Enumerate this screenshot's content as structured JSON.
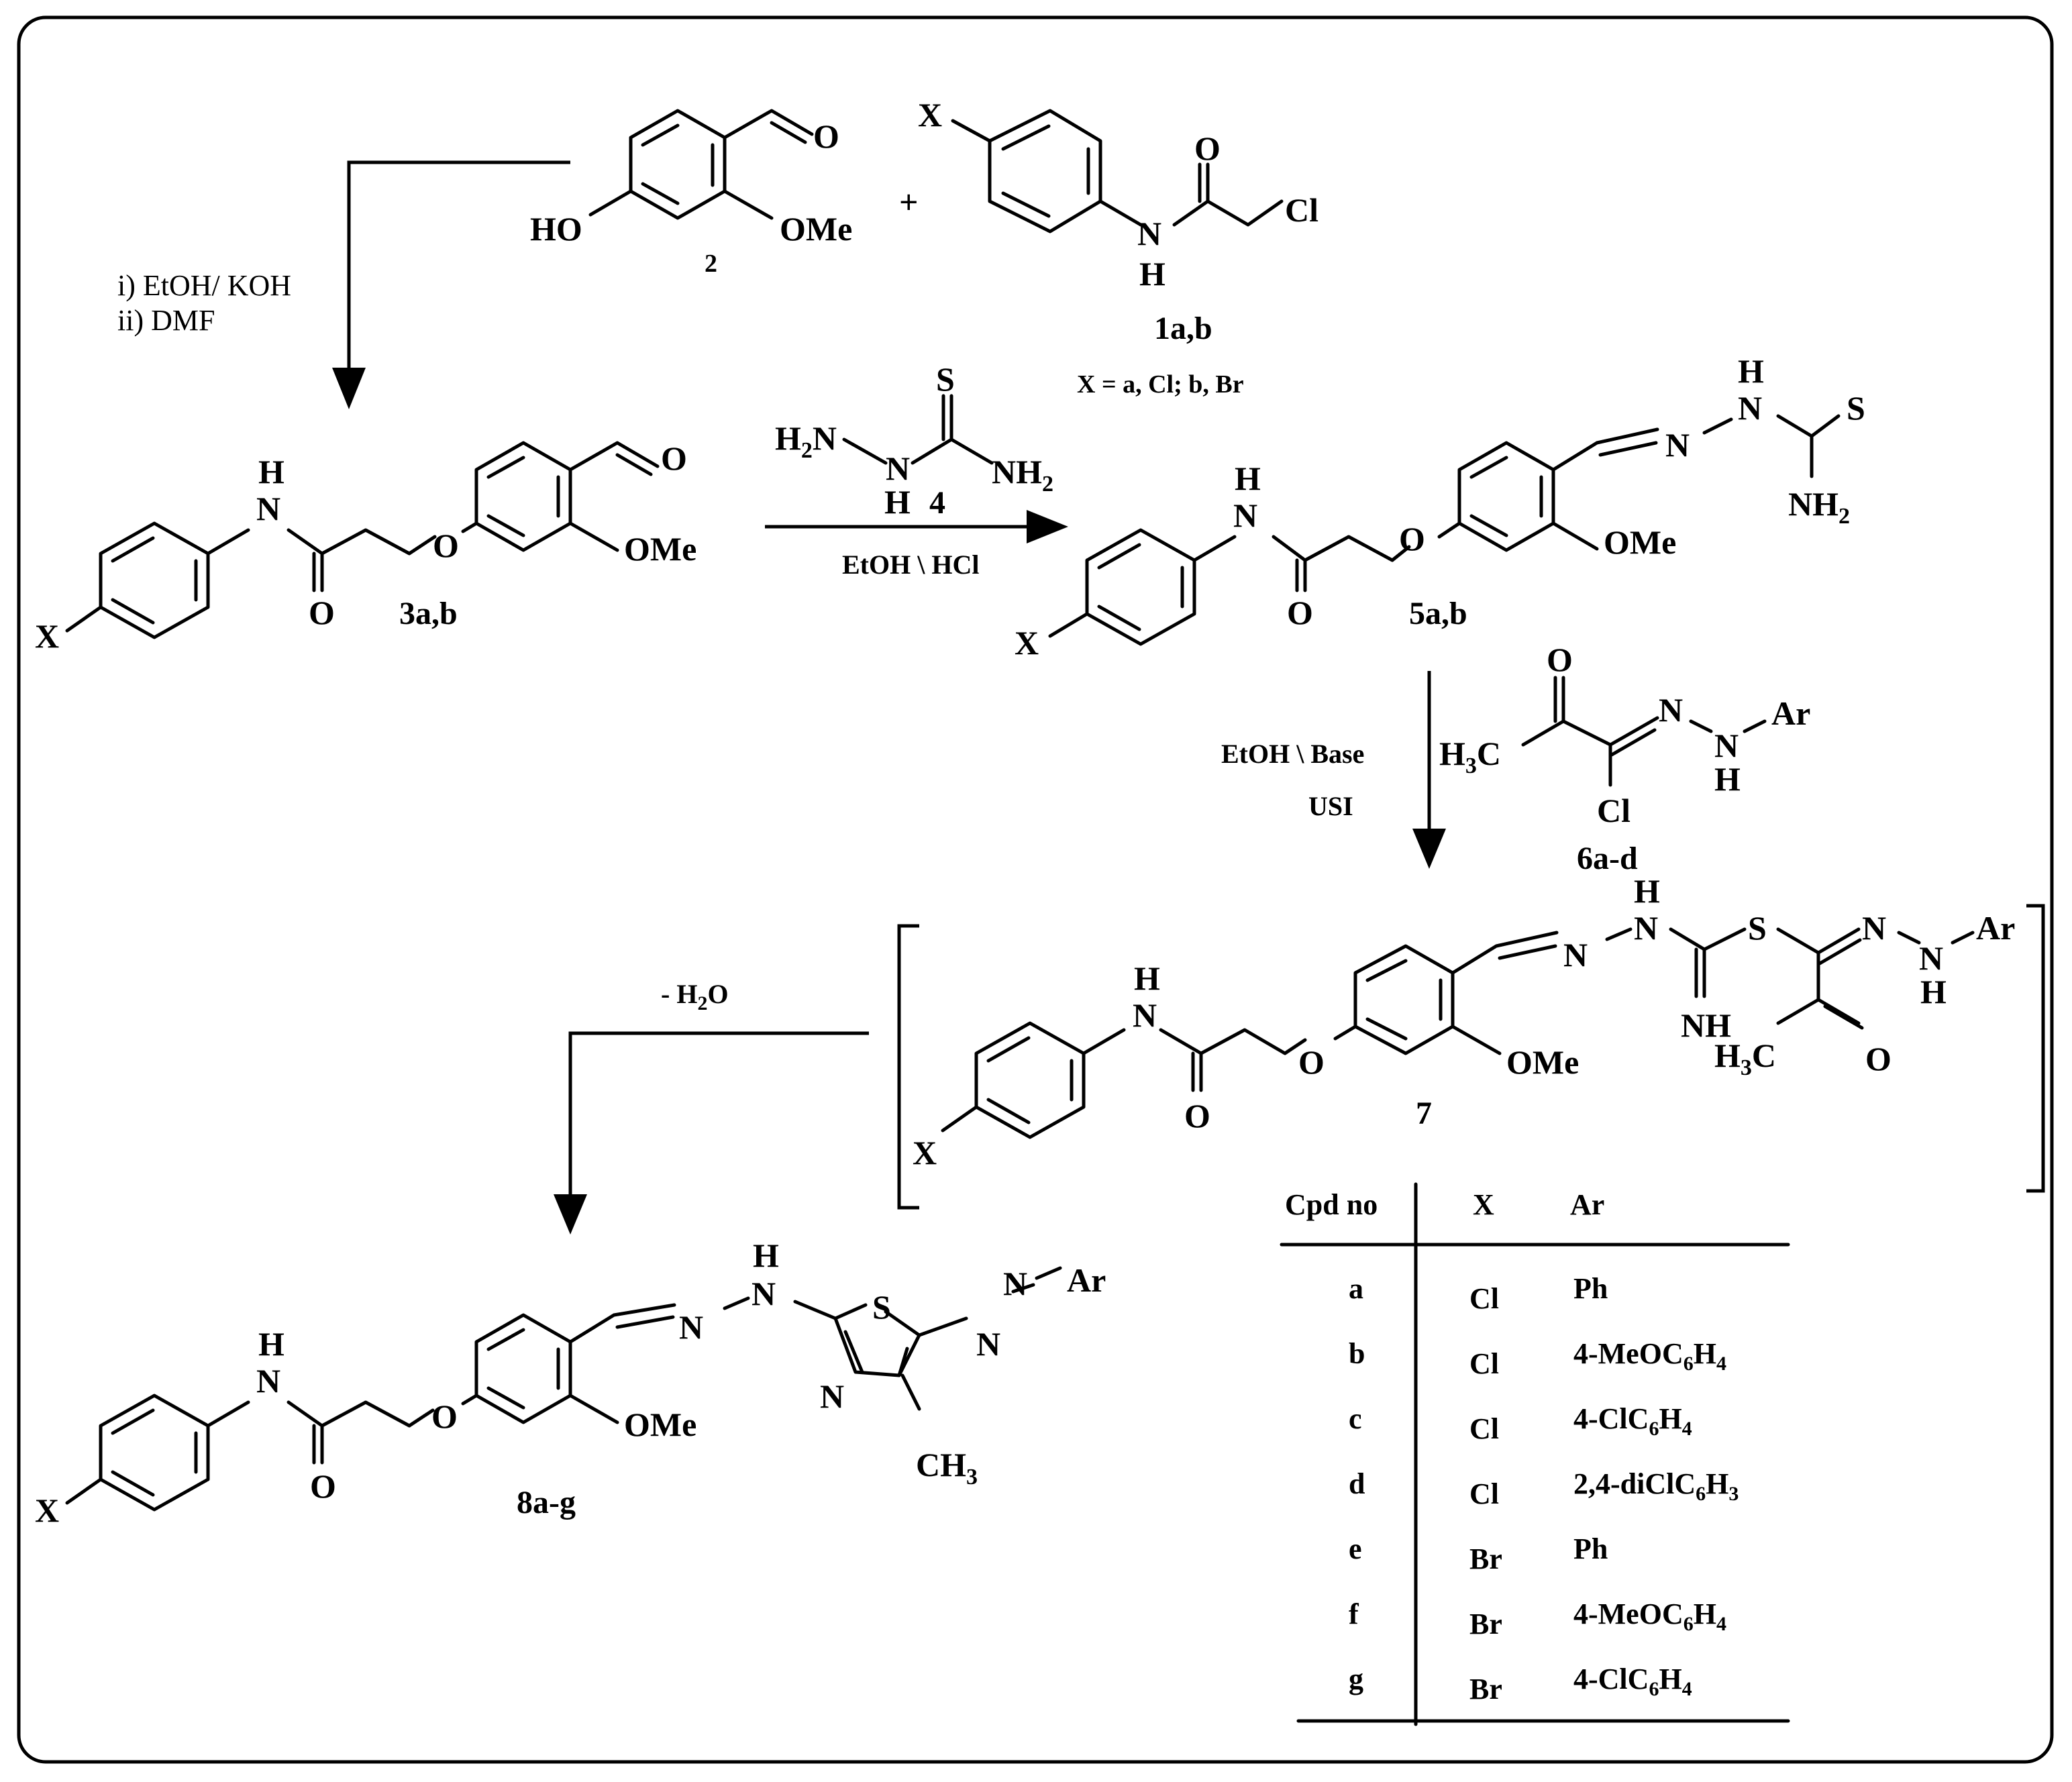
{
  "compounds": {
    "c2": {
      "label": "2",
      "ho": "HO",
      "ome": "OMe",
      "o": "O"
    },
    "plus": "+",
    "c1": {
      "label": "1a,b",
      "x": "X",
      "o": "O",
      "n": "N",
      "h": "H",
      "cl": "Cl"
    },
    "xdef": "X = a, Cl; b, Br",
    "c3": {
      "label": "3a,b",
      "x": "X",
      "h": "H",
      "n": "N",
      "o_amide": "O",
      "o_ether": "O",
      "ome": "OMe",
      "o_ald": "O"
    },
    "c4": {
      "label": "4",
      "h2n": "H2N",
      "nh": "N",
      "h": "H",
      "s": "S",
      "nh2": "NH2"
    },
    "c5": {
      "label": "5a,b",
      "x": "X",
      "h": "H",
      "n": "N",
      "o_amide": "O",
      "o_ether": "O",
      "ome": "OMe",
      "n_im": "N",
      "nh_n": "N",
      "nh_h": "H",
      "s": "S",
      "nh2": "NH2"
    },
    "c6": {
      "label": "6a-d",
      "h3c": "H3C",
      "o": "O",
      "n": "N",
      "nh_n": "N",
      "nh_h": "H",
      "ar": "Ar",
      "cl": "Cl"
    },
    "c7": {
      "label": "7",
      "x": "X",
      "h": "H",
      "n": "N",
      "o_amide": "O",
      "o_ether": "O",
      "ome": "OMe",
      "n_im": "N",
      "nh_n": "N",
      "nh_h": "H",
      "s": "S",
      "nh": "NH",
      "n2": "N",
      "n3": "N",
      "h2": "H",
      "ar": "Ar",
      "h3c": "H3C",
      "o2": "O"
    },
    "c8": {
      "label": "8a-g",
      "x": "X",
      "h": "H",
      "n": "N",
      "o_amide": "O",
      "o_ether": "O",
      "ome": "OMe",
      "n_im": "N",
      "nh_n": "N",
      "nh_h": "H",
      "s": "S",
      "n_ring": "N",
      "ch3": "CH3",
      "n_azo1": "N",
      "n_azo2": "N",
      "ar": "Ar"
    }
  },
  "conditions": {
    "step1": [
      "i) EtOH/ KOH",
      "ii) DMF"
    ],
    "step2": "EtOH \\ HCl",
    "step3": [
      "EtOH \\ Base",
      "USI"
    ],
    "step4": "- H2O"
  },
  "table": {
    "headers": [
      "Cpd no",
      "X",
      "Ar"
    ],
    "rows": [
      {
        "cpd": "a",
        "x": "Cl",
        "ar": "Ph"
      },
      {
        "cpd": "b",
        "x": "Cl",
        "ar": "4-MeOC6H4"
      },
      {
        "cpd": "c",
        "x": "Cl",
        "ar": "4-ClC6H4"
      },
      {
        "cpd": "d",
        "x": "Cl",
        "ar": "2,4-diClC6H3"
      },
      {
        "cpd": "e",
        "x": "Br",
        "ar": "Ph"
      },
      {
        "cpd": "f",
        "x": "Br",
        "ar": "4-MeOC6H4"
      },
      {
        "cpd": "g",
        "x": "Br",
        "ar": "4-ClC6H4"
      }
    ]
  }
}
